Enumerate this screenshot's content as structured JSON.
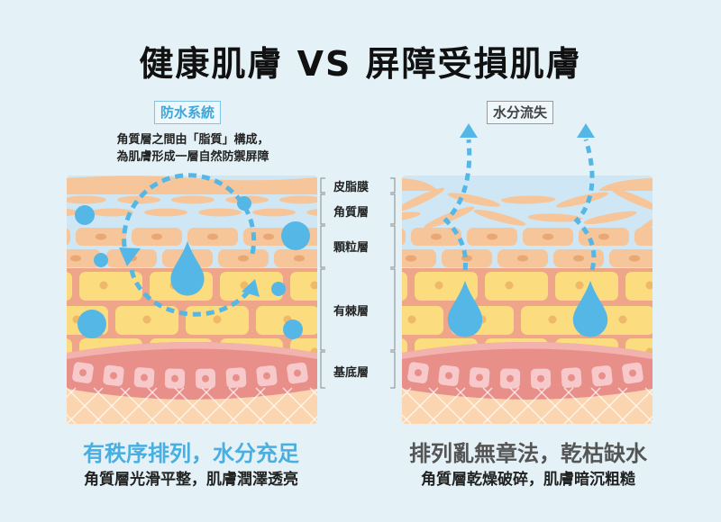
{
  "title": "健康肌膚 VS 屏障受損肌膚",
  "left": {
    "tag": "防水系統",
    "description_lines": [
      "角質層之間由「脂質」構成，",
      "為肌膚形成一層自然防禦屏障"
    ],
    "heading": "有秩序排列，水分充足",
    "subheading": "角質層光滑平整，肌膚潤澤透亮"
  },
  "right": {
    "tag": "水分流失",
    "heading": "排列亂無章法，乾枯缺水",
    "subheading": "角質層乾燥破碎，肌膚暗沉粗糙"
  },
  "layers": [
    "皮脂膜",
    "角質層",
    "顆粒層",
    "有棘層",
    "基底層"
  ],
  "colors": {
    "background": "#e4f2f8",
    "water": "#55b7e6",
    "sebum": "#f6c59a",
    "corneum_bg": "#cfe7f4",
    "spinous_bg": "#eea58a",
    "spinous_cell": "#fbdc7f",
    "basal": "#e88f8a",
    "basal_cell": "#f7c9cb",
    "dermis": "#fbd5b0"
  }
}
